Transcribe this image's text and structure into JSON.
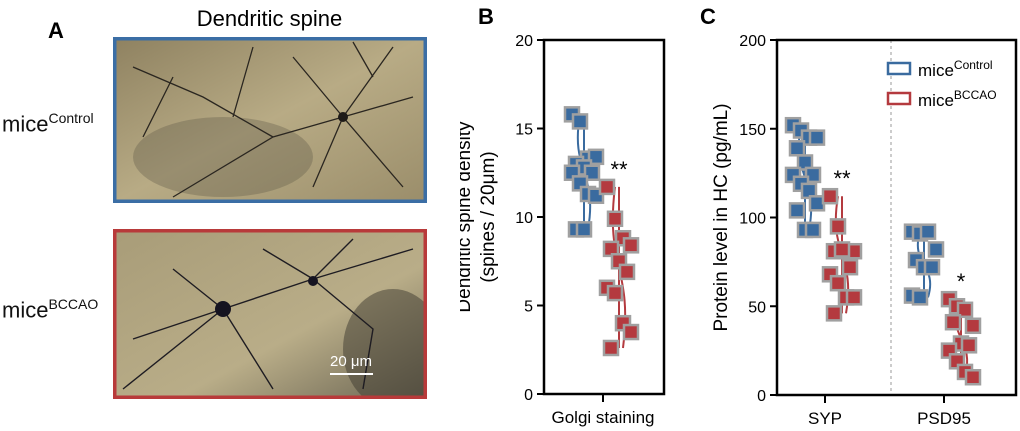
{
  "panel_a": {
    "letter": "A",
    "title": "Dendritic spine",
    "rows": [
      {
        "base": "mice",
        "sup": "Control",
        "border": "#3b6ea5"
      },
      {
        "base": "mice",
        "sup": "BCCAO",
        "border": "#b83a3a"
      }
    ],
    "scale_bar": "20 μm"
  },
  "colors": {
    "control": "#3a6b9f",
    "bccao": "#b43a3f",
    "marker_edge": "#a0a0a0"
  },
  "chart_data": [
    {
      "letter": "B",
      "type": "scatter",
      "ylabel_lines": [
        "Dendritic spine density",
        "(spines / 20μm)"
      ],
      "ylim": [
        0,
        20
      ],
      "yticks": [
        0,
        5,
        10,
        15,
        20
      ],
      "categories": [
        "Golgi staining"
      ],
      "series": [
        {
          "name": "mice Control",
          "values": [
            [
              15.8,
              15.4,
              13.3,
              13.4,
              13.0,
              12.8,
              12.5,
              12.5,
              11.9,
              11.3,
              11.2,
              9.3,
              9.3
            ]
          ]
        },
        {
          "name": "mice BCCAO",
          "values": [
            [
              11.7,
              9.9,
              8.8,
              8.4,
              8.2,
              7.5,
              6.9,
              6.0,
              5.7,
              4.0,
              3.5,
              2.6
            ]
          ]
        }
      ],
      "annotations": [
        "**"
      ]
    },
    {
      "letter": "C",
      "type": "scatter",
      "ylabel_lines": [
        "Protein level in HC (pg/mL)"
      ],
      "ylim": [
        0,
        200
      ],
      "yticks": [
        0,
        50,
        100,
        150,
        200
      ],
      "categories": [
        "SYP",
        "PSD95"
      ],
      "legend": {
        "placement": "top-right",
        "entries": [
          {
            "base": "mice",
            "sup": "Control"
          },
          {
            "base": "mice",
            "sup": "BCCAO"
          }
        ]
      },
      "series": [
        {
          "name": "mice Control",
          "values": [
            [
              152,
              149,
              145,
              145,
              139,
              131,
              124,
              124,
              119,
              115,
              108,
              104,
              93,
              93
            ],
            [
              92,
              91,
              92,
              82,
              76,
              72,
              72,
              56,
              55
            ]
          ]
        },
        {
          "name": "mice BCCAO",
          "values": [
            [
              112,
              95,
              81,
              81,
              81,
              82,
              72,
              68,
              63,
              55,
              55,
              46
            ],
            [
              54,
              50,
              48,
              39,
              41,
              29,
              28,
              25,
              19,
              13,
              10
            ]
          ]
        }
      ],
      "annotations": [
        "**",
        "*"
      ]
    }
  ]
}
